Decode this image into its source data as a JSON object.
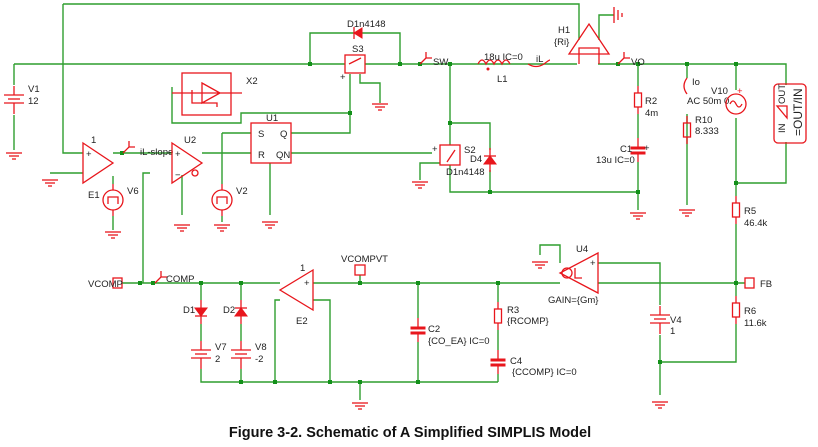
{
  "colors": {
    "wire": "#2f9e2f",
    "component": "#e8161c",
    "node": "#13901a"
  },
  "components": {
    "V1": {
      "name": "V1",
      "value": "12"
    },
    "E1": {
      "name": "E1",
      "gain": "1"
    },
    "V6": {
      "name": "V6"
    },
    "U2": {
      "name": "U2"
    },
    "V2": {
      "name": "V2"
    },
    "U1": {
      "name": "U1",
      "pins": [
        "S",
        "R",
        "Q",
        "QN"
      ]
    },
    "X2": {
      "name": "X2"
    },
    "S3": {
      "name": "S3"
    },
    "D3": {
      "name": "D1n4148"
    },
    "S2": {
      "name": "S2"
    },
    "D4": {
      "name": "D4",
      "model": "D1n4148"
    },
    "L1": {
      "name": "L1",
      "value": "18u IC=0"
    },
    "H1": {
      "name": "H1",
      "value": "{Ri}"
    },
    "R2": {
      "name": "R2",
      "value": "4m"
    },
    "C1": {
      "name": "C1",
      "value": "13u IC=0"
    },
    "R10": {
      "name": "R10",
      "value": "8.333"
    },
    "V10": {
      "name": "V10",
      "value": "AC 50m 0"
    },
    "OUTIN": {
      "in": "IN",
      "out": "OUT",
      "label": "=OUT/IN"
    },
    "R5": {
      "name": "R5",
      "value": "46.4k"
    },
    "R6": {
      "name": "R6",
      "value": "11.6k"
    },
    "D1": {
      "name": "D1"
    },
    "D2": {
      "name": "D2"
    },
    "V7": {
      "name": "V7",
      "value": "2"
    },
    "V8": {
      "name": "V8",
      "value": "-2"
    },
    "E2": {
      "name": "E2",
      "gain": "1"
    },
    "C2": {
      "name": "C2",
      "value": "{CO_EA} IC=0"
    },
    "R3": {
      "name": "R3",
      "value": "{RCOMP}"
    },
    "C4": {
      "name": "C4",
      "value": "{CCOMP} IC=0"
    },
    "U4": {
      "name": "U4",
      "value": "GAIN={Gm}"
    },
    "V4": {
      "name": "V4",
      "value": "1"
    }
  },
  "nets": {
    "sw": "SW",
    "vo": "VO",
    "il": "iL",
    "io": "Io",
    "il_slope": "iL-slope",
    "comp": "COMP",
    "vcomp": "VCOMP",
    "vcompvt": "VCOMPVT",
    "fb": "FB"
  },
  "caption": "Figure 3-2. Schematic of A Simplified SIMPLIS Model"
}
